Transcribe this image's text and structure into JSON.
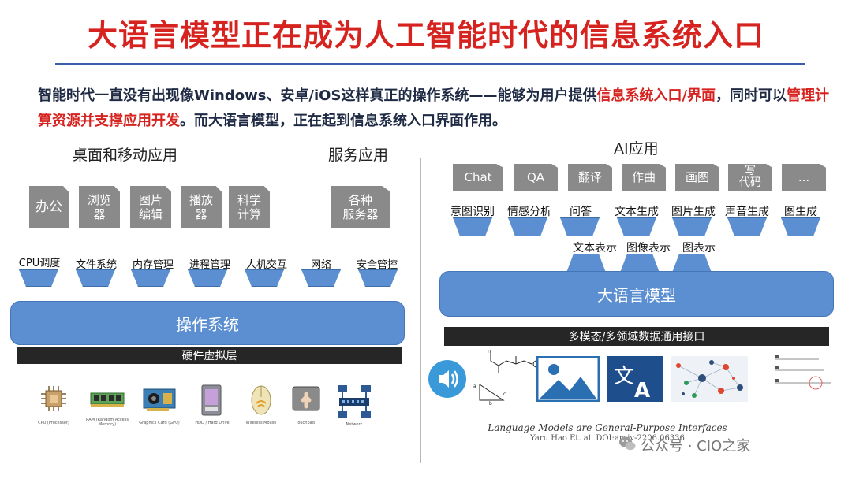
{
  "title": "大语言模型正在成为人工智能时代的信息系统入口",
  "intro": {
    "p1": "智能时代一直没有出现像Windows、安卓/iOS这样真正的操作系统——能够为用户提供",
    "red1": "信息系统入口/界面",
    "p2": "，同时可以",
    "red2": "管理计算资源并支撑应用开发",
    "p3": "。而大语言模型，正在起到信息系统入口界面作用。"
  },
  "left": {
    "desktop_label": "桌面和移动应用",
    "service_label": "服务应用",
    "apps": [
      "办公",
      "浏览\n器",
      "图片\n编辑",
      "播放\n器",
      "科学\n计算"
    ],
    "service": "各种\n服务器",
    "os_functions": [
      "CPU调度",
      "文件系统",
      "内存管理",
      "进程管理",
      "人机交互",
      "网络",
      "安全管控"
    ],
    "os_label": "操作系统",
    "hw_layer": "硬件虚拟层",
    "hardware": [
      "CPU (Processor)",
      "RAM (Random Access Memory)",
      "Graphics Card (GPU)",
      "HDD / Hard Drive",
      "Wireless Mouse",
      "Touchpad",
      "Network"
    ]
  },
  "right": {
    "label": "AI应用",
    "apps": [
      "Chat",
      "QA",
      "翻译",
      "作曲",
      "画图",
      "写\n代码",
      "..."
    ],
    "abilities": [
      "意图识别",
      "情感分析",
      "问答",
      "文本生成",
      "图片生成",
      "声音生成",
      "图生成"
    ],
    "representations": [
      "文本表示",
      "图像表示",
      "图表示"
    ],
    "llm_label": "大语言模型",
    "interface": "多模态/多领域数据通用接口",
    "citation": "Language Models are General-Purpose Interfaces",
    "citation_sub": "Yaru Hao Et. al. DOI:arxiv-2206.06336"
  },
  "watermark": "公众号 · CIO之家",
  "colors": {
    "title": "#d6231f",
    "accent_blue": "#5b8fd1",
    "dark_bar": "#262626",
    "card_gray": "#8a8a8a"
  }
}
